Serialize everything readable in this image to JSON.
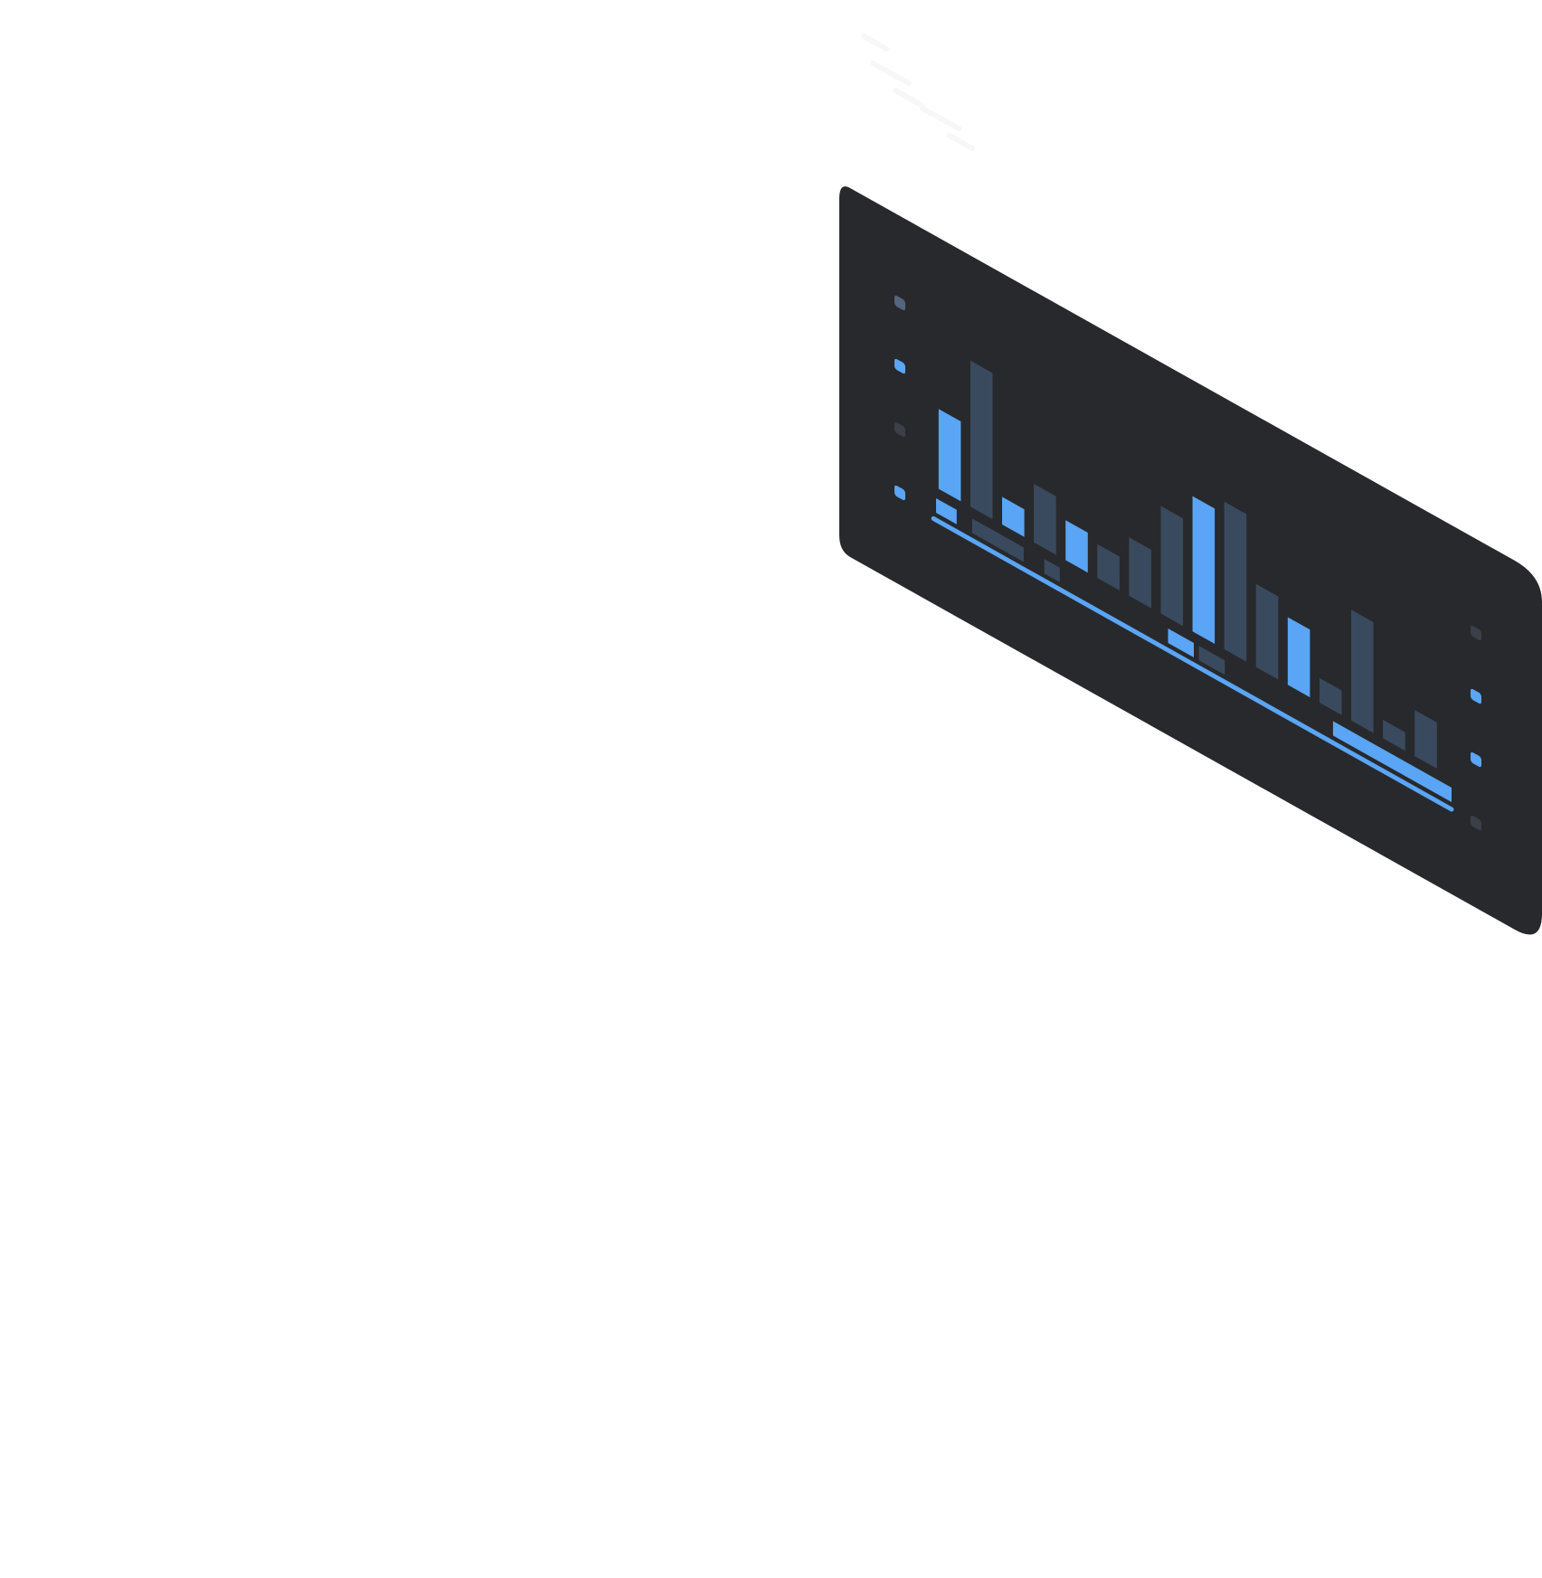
{
  "colors": {
    "background": "#ffffff",
    "panel": "#28292c",
    "bar_accent": "#5aa5f5",
    "bar_muted": "#3a4a5e",
    "dot_dim": "#3a3f48",
    "dot_mid": "#55657e",
    "baseline": "#5aa5f5",
    "faint_text": "#f2f2f2"
  },
  "panel": {
    "icon": "isometric-bar-chart-screen"
  },
  "bars": [
    {
      "height": 0.52,
      "tone": "accent"
    },
    {
      "height": 0.95,
      "tone": "muted"
    },
    {
      "height": 0.18,
      "tone": "accent"
    },
    {
      "height": 0.38,
      "tone": "muted"
    },
    {
      "height": 0.26,
      "tone": "accent"
    },
    {
      "height": 0.22,
      "tone": "muted"
    },
    {
      "height": 0.38,
      "tone": "muted"
    },
    {
      "height": 0.7,
      "tone": "muted"
    },
    {
      "height": 0.88,
      "tone": "accent"
    },
    {
      "height": 0.96,
      "tone": "muted"
    },
    {
      "height": 0.54,
      "tone": "muted"
    },
    {
      "height": 0.44,
      "tone": "accent"
    },
    {
      "height": 0.16,
      "tone": "muted"
    },
    {
      "height": 0.72,
      "tone": "muted"
    },
    {
      "height": 0.12,
      "tone": "muted"
    },
    {
      "height": 0.3,
      "tone": "muted"
    }
  ],
  "foot_segments": [
    {
      "start": 0.0,
      "end": 0.04,
      "tone": "accent"
    },
    {
      "start": 0.07,
      "end": 0.17,
      "tone": "muted"
    },
    {
      "start": 0.21,
      "end": 0.24,
      "tone": "muted"
    },
    {
      "start": 0.45,
      "end": 0.5,
      "tone": "accent"
    },
    {
      "start": 0.51,
      "end": 0.56,
      "tone": "muted"
    },
    {
      "start": 0.77,
      "end": 1.0,
      "tone": "accent"
    }
  ],
  "left_markers": [
    "mid",
    "accent",
    "dim",
    "accent"
  ],
  "right_markers": [
    "dim",
    "accent",
    "accent",
    "dim"
  ]
}
